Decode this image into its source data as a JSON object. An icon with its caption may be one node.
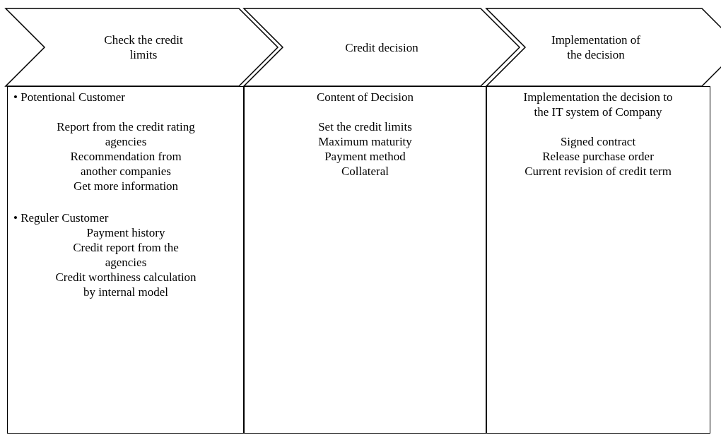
{
  "diagram": {
    "nodes": [
      {
        "text": [
          "Check the credit limits"
        ]
      },
      {
        "text": [
          "Credit decision"
        ]
      },
      {
        "text": [
          "Implementation of the decision"
        ]
      },
      {
        "text": [
          "• Potentional Customer",
          "Report from the credit rating agencies",
          "Recommendation from another companies",
          "Get more information",
          "• Reguler Customer",
          "Payment history",
          "Credit report from the agencies",
          "Credit worthiness calculation by internal model"
        ]
      },
      {
        "text": [
          "Content of Decision",
          "Set the credit limits",
          "Maximum maturity",
          "Payment method",
          "Collateral"
        ]
      },
      {
        "text": [
          "Implementation the decision to the IT system of Company",
          "Signed contract",
          "Release purchase order",
          "Current revision of credit term"
        ]
      }
    ],
    "edges": []
  }
}
